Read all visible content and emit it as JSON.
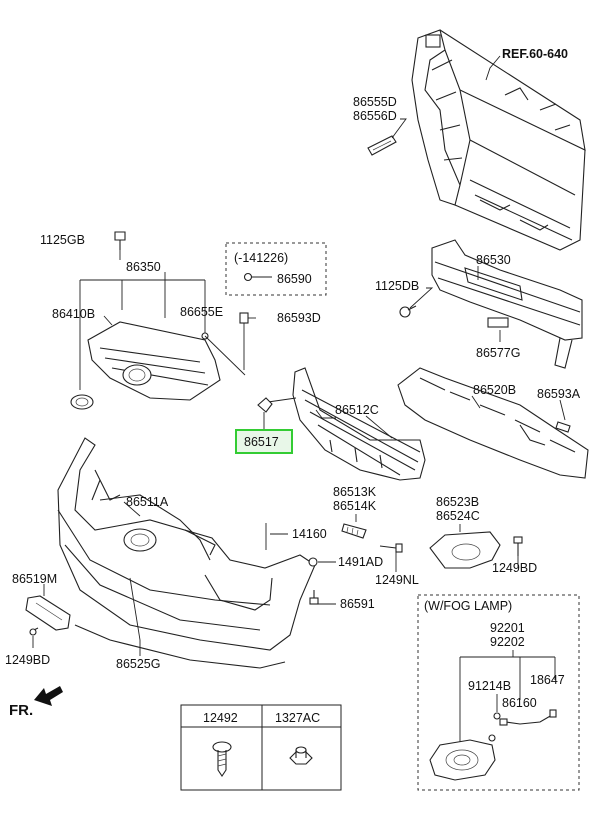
{
  "ref_label": "REF.60-640",
  "direction_label": "FR.",
  "parts": {
    "p86555d": "86555D",
    "p86556d": "86556D",
    "p1125gb": "1125GB",
    "p86350": "86350",
    "p86410b": "86410B",
    "p86655e": "86655E",
    "p86593d": "86593D",
    "p86530": "86530",
    "p1125db": "1125DB",
    "p86577g": "86577G",
    "p86520b": "86520B",
    "p86593a": "86593A",
    "p86512c": "86512C",
    "p86517": "86517",
    "p86511a": "86511A",
    "p86513k": "86513K",
    "p86514k": "86514K",
    "p86523b": "86523B",
    "p86524c": "86524C",
    "p14160": "14160",
    "p1491ad": "1491AD",
    "p1249nl": "1249NL",
    "p1249bd_right": "1249BD",
    "p86519m": "86519M",
    "p86591": "86591",
    "p1249bd_left": "1249BD",
    "p86525g": "86525G"
  },
  "variant_box": {
    "date_label": "(-141226)",
    "part": "86590"
  },
  "fog_lamp_box": {
    "title": "(W/FOG LAMP)",
    "p92201": "92201",
    "p92202": "92202",
    "p91214b": "91214B",
    "p18647": "18647",
    "p86160": "86160"
  },
  "fastener_table": {
    "col1": "12492",
    "col2": "1327AC"
  }
}
